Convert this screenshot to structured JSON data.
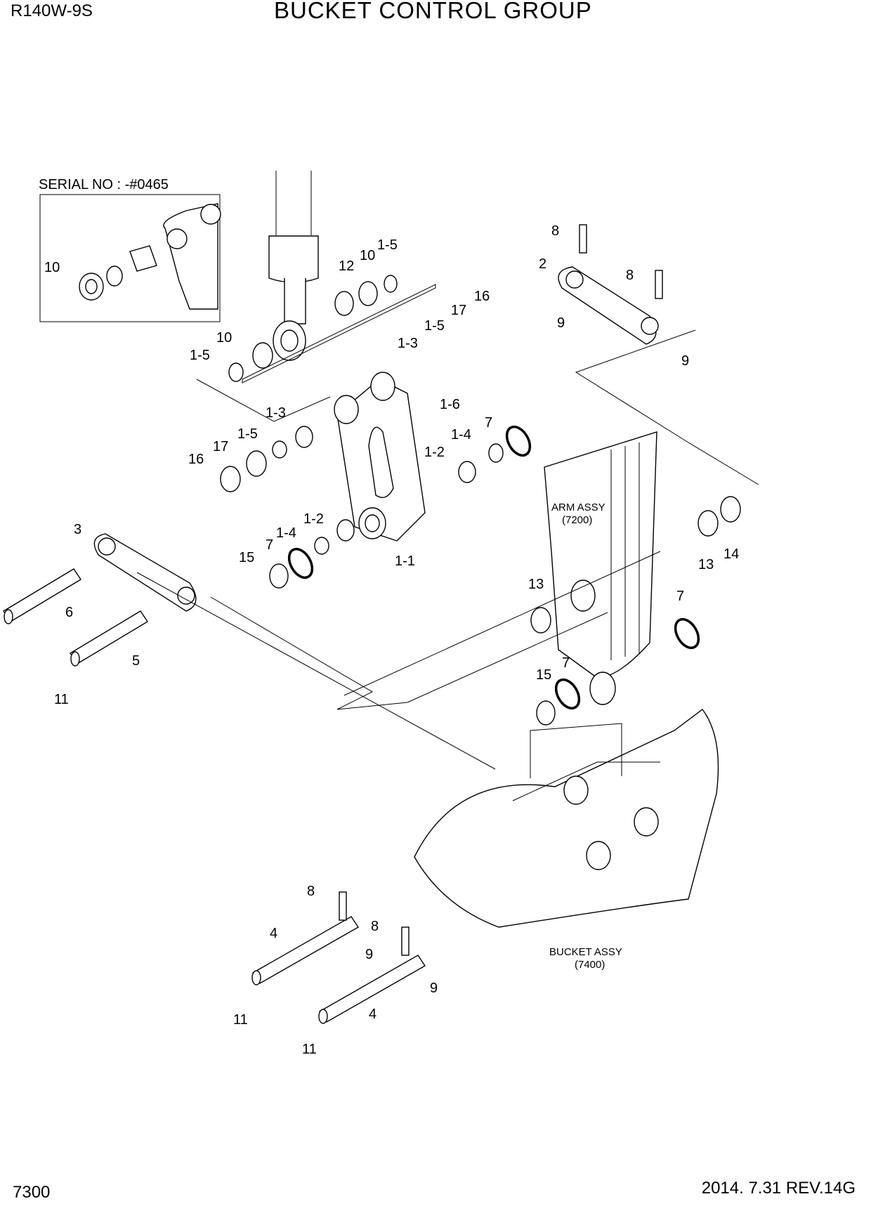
{
  "header": {
    "model": "R140W-9S",
    "title": "BUCKET CONTROL GROUP"
  },
  "footer": {
    "page_number": "7300",
    "revision": "2014. 7.31  REV.14G"
  },
  "inset": {
    "serial_label": "SERIAL NO : -#0465"
  },
  "assemblies": {
    "arm": {
      "name": "ARM ASSY",
      "code": "(7200)"
    },
    "bucket": {
      "name": "BUCKET ASSY",
      "code": "(7400)"
    }
  },
  "callouts": [
    "10",
    "12",
    "10",
    "1-5",
    "10",
    "1-5",
    "8",
    "2",
    "8",
    "16",
    "17",
    "1-5",
    "1-3",
    "9",
    "9",
    "1-6",
    "1-3",
    "1-5",
    "17",
    "16",
    "7",
    "1-4",
    "1-2",
    "3",
    "1-2",
    "1-4",
    "7",
    "15",
    "1-1",
    "6",
    "5",
    "11",
    "13",
    "14",
    "13",
    "7",
    "7",
    "15",
    "8",
    "4",
    "9",
    "8",
    "9",
    "11",
    "4",
    "11"
  ]
}
